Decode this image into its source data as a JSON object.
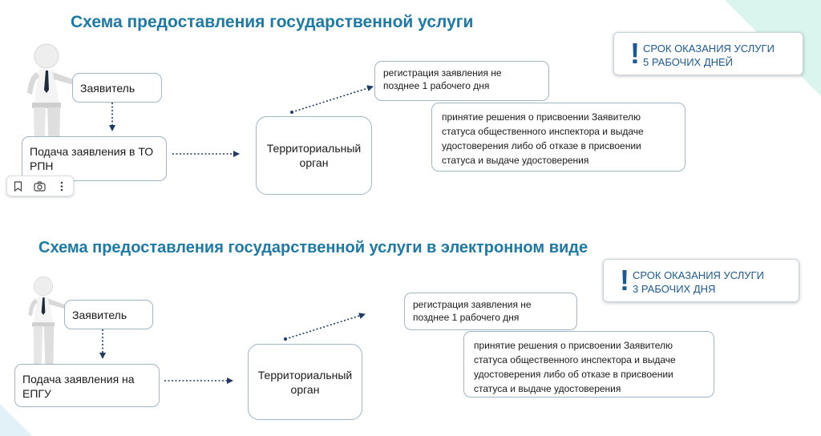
{
  "colors": {
    "title": "#1d7aa6",
    "accent": "#1d5a93",
    "arrow": "#1f3b66",
    "border": "#9fb6c5"
  },
  "scheme1": {
    "title": "Схема предоставления государственной услуги",
    "callout": {
      "line1": "СРОК ОКАЗАНИЯ УСЛУГИ",
      "line2": "5 РАБОЧИХ ДНЕЙ"
    },
    "applicant": "Заявитель",
    "submission": "Подача заявления в ТО РПН",
    "territorial": "Территориальный орган",
    "registration": "регистрация заявления не позднее 1 рабочего дня",
    "decision": "принятие решения о присвоении Заявителю статуса общественного инспектора и выдаче удостоверения либо об отказе в присвоении статуса и выдаче удостоверения"
  },
  "scheme2": {
    "title": "Схема предоставления государственной услуги в электронном виде",
    "callout": {
      "line1": "СРОК ОКАЗАНИЯ УСЛУГИ",
      "line2": "3 РАБОЧИХ ДНЯ"
    },
    "applicant": "Заявитель",
    "submission": "Подача заявления на ЕПГУ",
    "territorial": "Территориальный орган",
    "registration": "регистрация заявления не позднее 1 рабочего дня",
    "decision": "принятие решения о присвоении Заявителю статуса общественного инспектора и выдаче удостоверения либо об отказе в присвоении статуса и выдаче удостоверения"
  },
  "toolbar": {
    "icons": [
      "bookmark-icon",
      "camera-icon",
      "more-vertical-icon"
    ]
  }
}
